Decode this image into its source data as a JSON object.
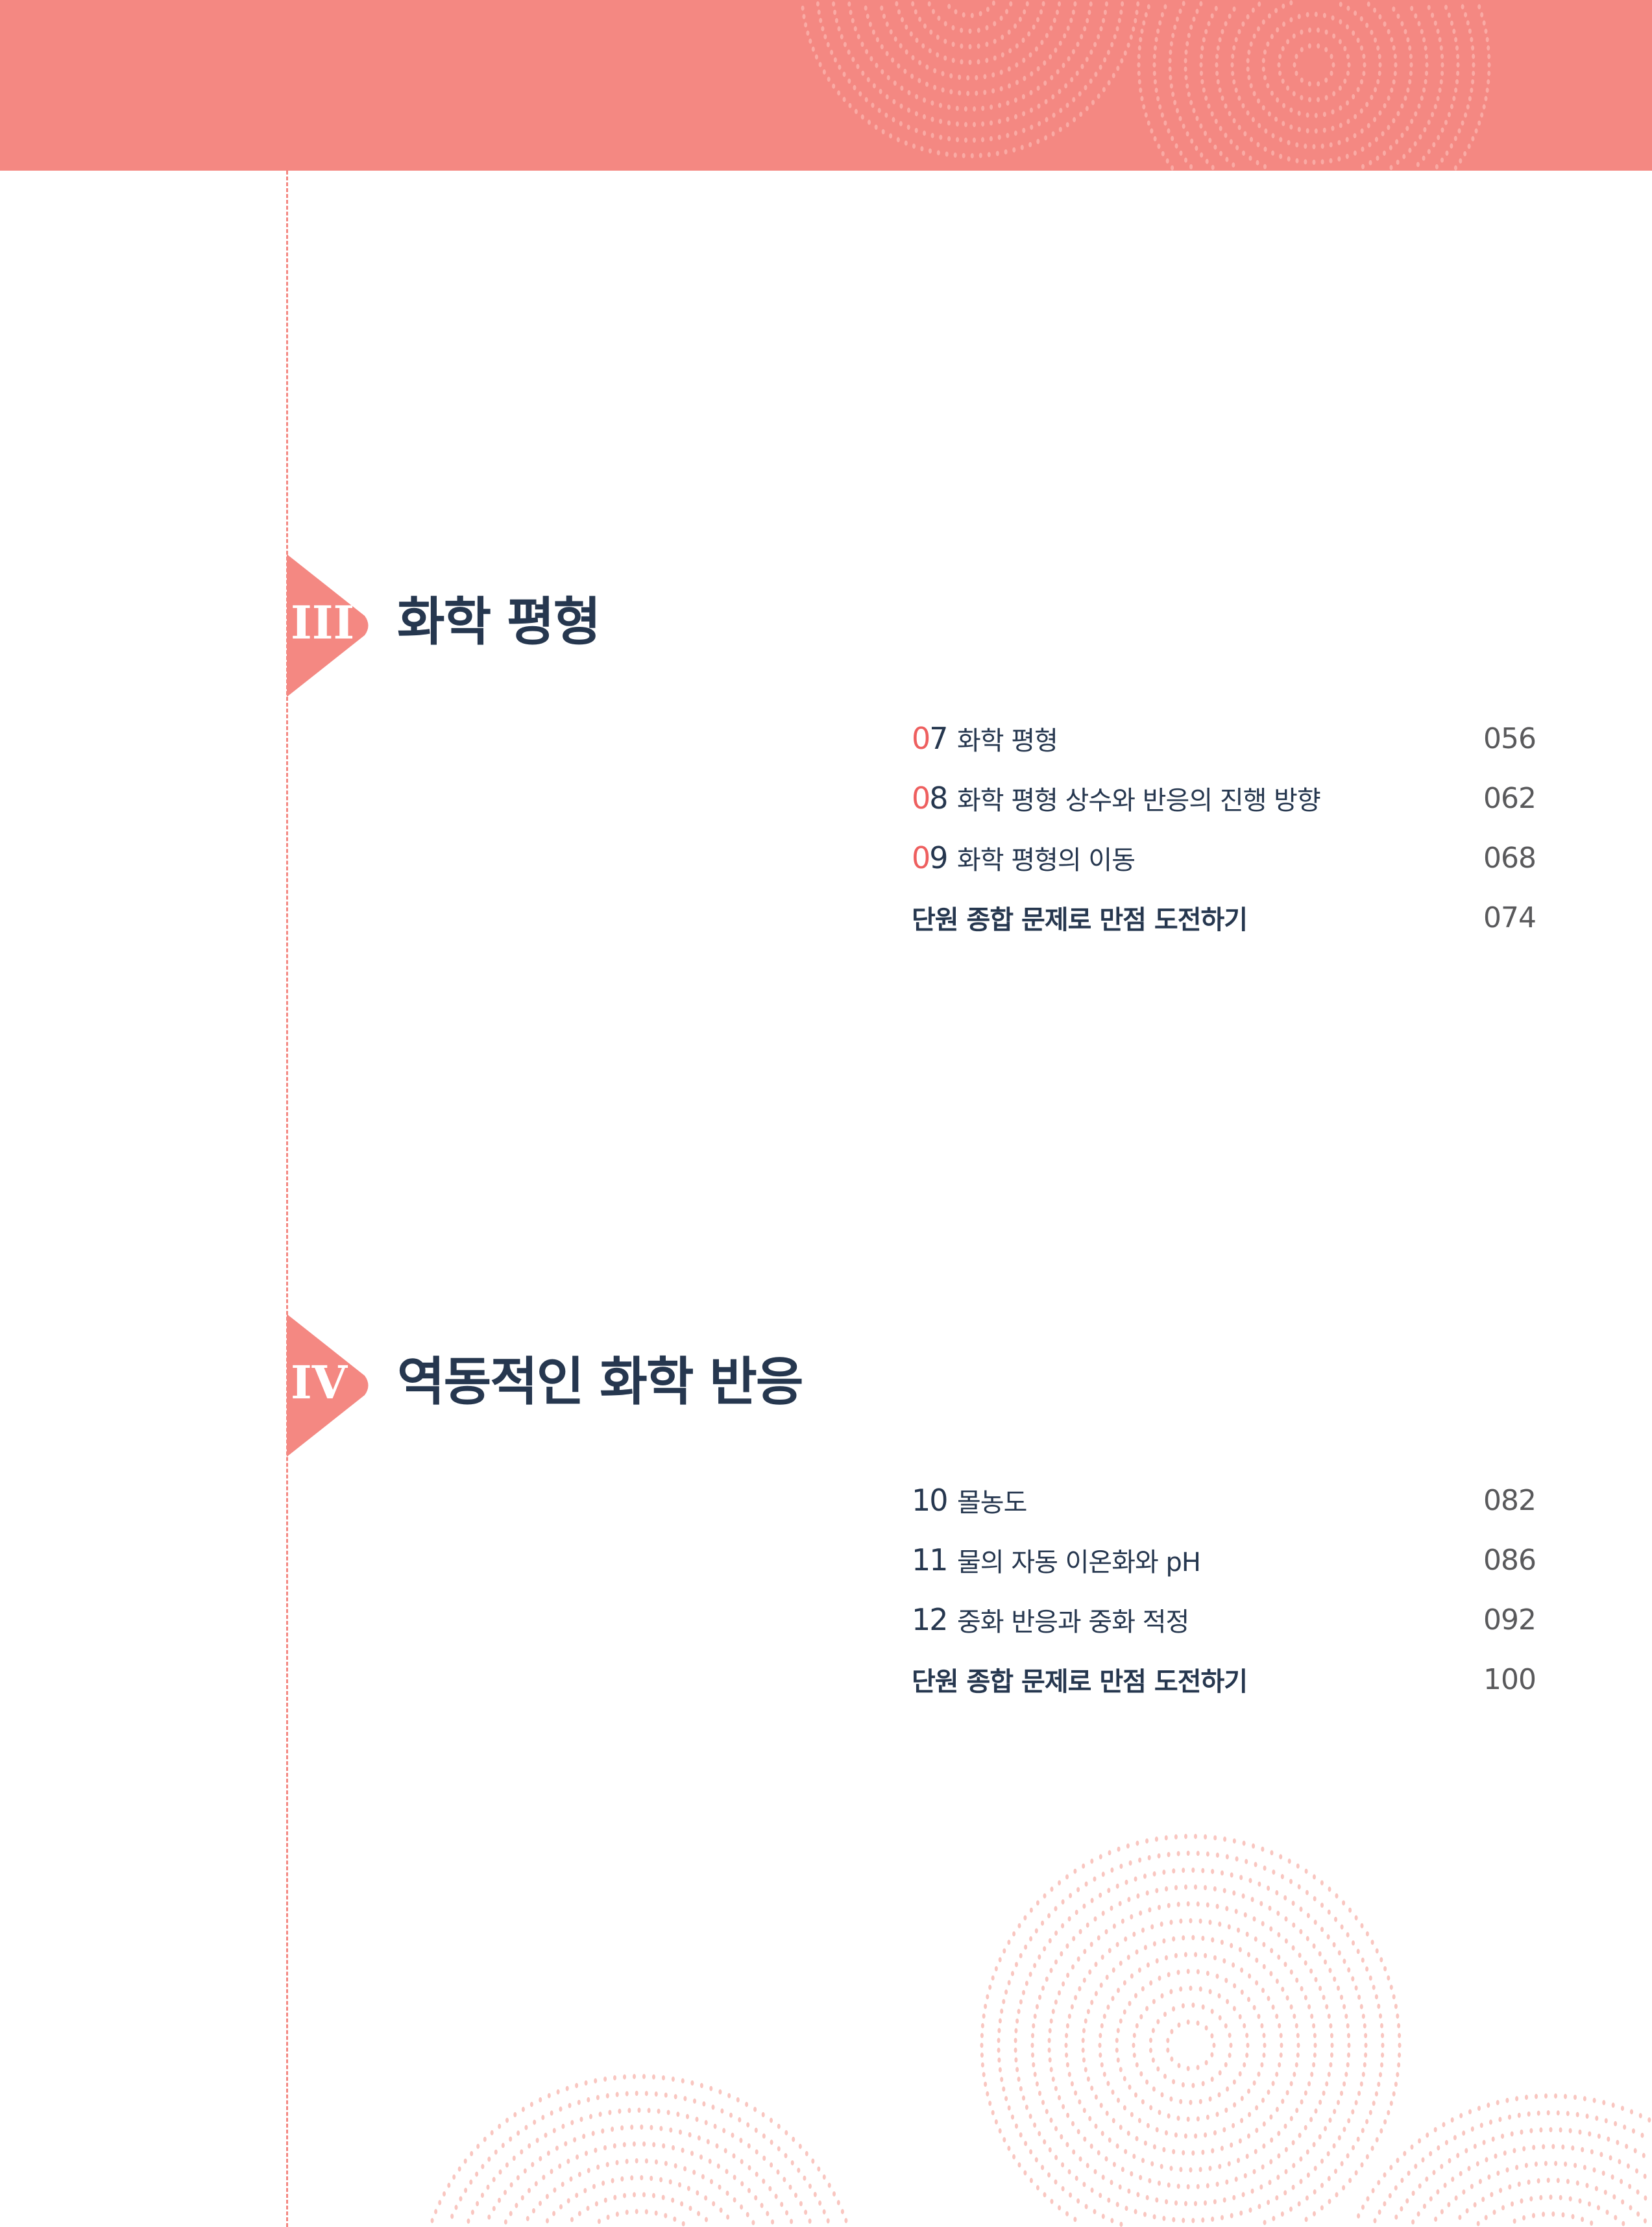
{
  "colors": {
    "accent": "#f48882",
    "navy": "#26374f",
    "dots": "#f9c6c0"
  },
  "chapters": [
    {
      "roman": "III",
      "title": "화학 평형",
      "items": [
        {
          "num_lead": "0",
          "num_tail": "7",
          "label": "화학 평형",
          "page": "056"
        },
        {
          "num_lead": "0",
          "num_tail": "8",
          "label": "화학 평형 상수와 반응의 진행 방향",
          "page": "062"
        },
        {
          "num_lead": "0",
          "num_tail": "9",
          "label": "화학 평형의 이동",
          "page": "068"
        },
        {
          "label": "단원 종합 문제로 만점 도전하기",
          "page": "074"
        }
      ]
    },
    {
      "roman": "IV",
      "title": "역동적인 화학 반응",
      "items": [
        {
          "num_lead": "",
          "num_tail": "10",
          "label": "몰농도",
          "page": "082"
        },
        {
          "num_lead": "",
          "num_tail": "11",
          "label": "물의 자동 이온화와 pH",
          "page": "086"
        },
        {
          "num_lead": "",
          "num_tail": "12",
          "label": "중화 반응과 중화 적정",
          "page": "092"
        },
        {
          "label": "단원 종합 문제로 만점 도전하기",
          "page": "100"
        }
      ]
    }
  ]
}
